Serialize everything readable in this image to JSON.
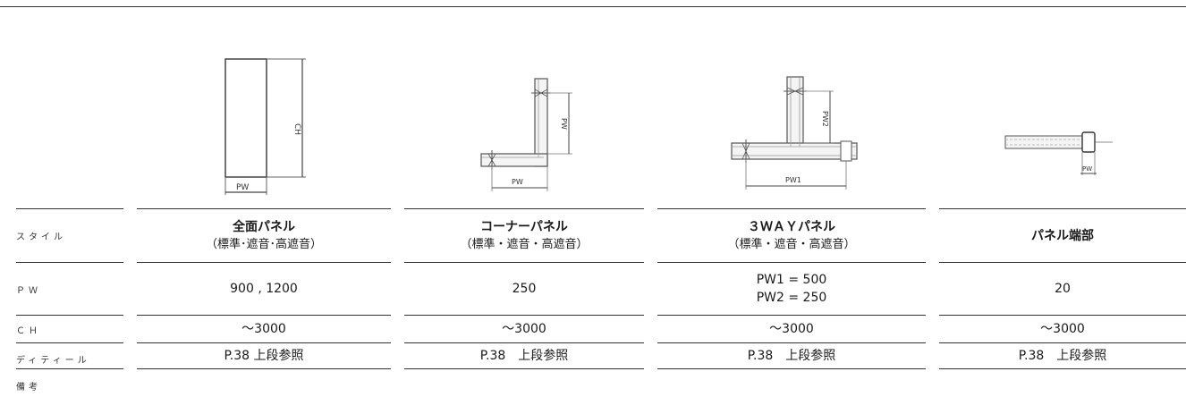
{
  "row_labels": {
    "style": "スタイル",
    "pw": "ＰＷ",
    "ch": "ＣＨ",
    "detail": "ディティール",
    "remarks": "備考"
  },
  "columns": [
    {
      "style_line1": "全面パネル",
      "style_line2": "（標準･遮音･高遮音）",
      "pw_line1": "900 , 1200",
      "pw_line2": "",
      "ch": "～3000",
      "detail": "P.38 上段参照",
      "figure_labels": [
        "PW",
        "CH"
      ]
    },
    {
      "style_line1": "コーナーパネル",
      "style_line2": "（標準・遮音・高遮音）",
      "pw_line1": "250",
      "pw_line2": "",
      "ch": "～3000",
      "detail": "P.38　上段参照",
      "figure_labels": [
        "PW",
        "PW"
      ]
    },
    {
      "style_line1": "３ＷＡＹパネル",
      "style_line2": "（標準・遮音・高遮音）",
      "pw_line1": "PW1 = 500",
      "pw_line2": "PW2 = 250",
      "ch": "～3000",
      "detail": "P.38　上段参照",
      "figure_labels": [
        "PW1",
        "PW2"
      ]
    },
    {
      "style_line1": "パネル端部",
      "style_line2": "",
      "pw_line1": "20",
      "pw_line2": "",
      "ch": "～3000",
      "detail": "P.38　上段参照",
      "figure_labels": [
        "PW"
      ]
    }
  ]
}
